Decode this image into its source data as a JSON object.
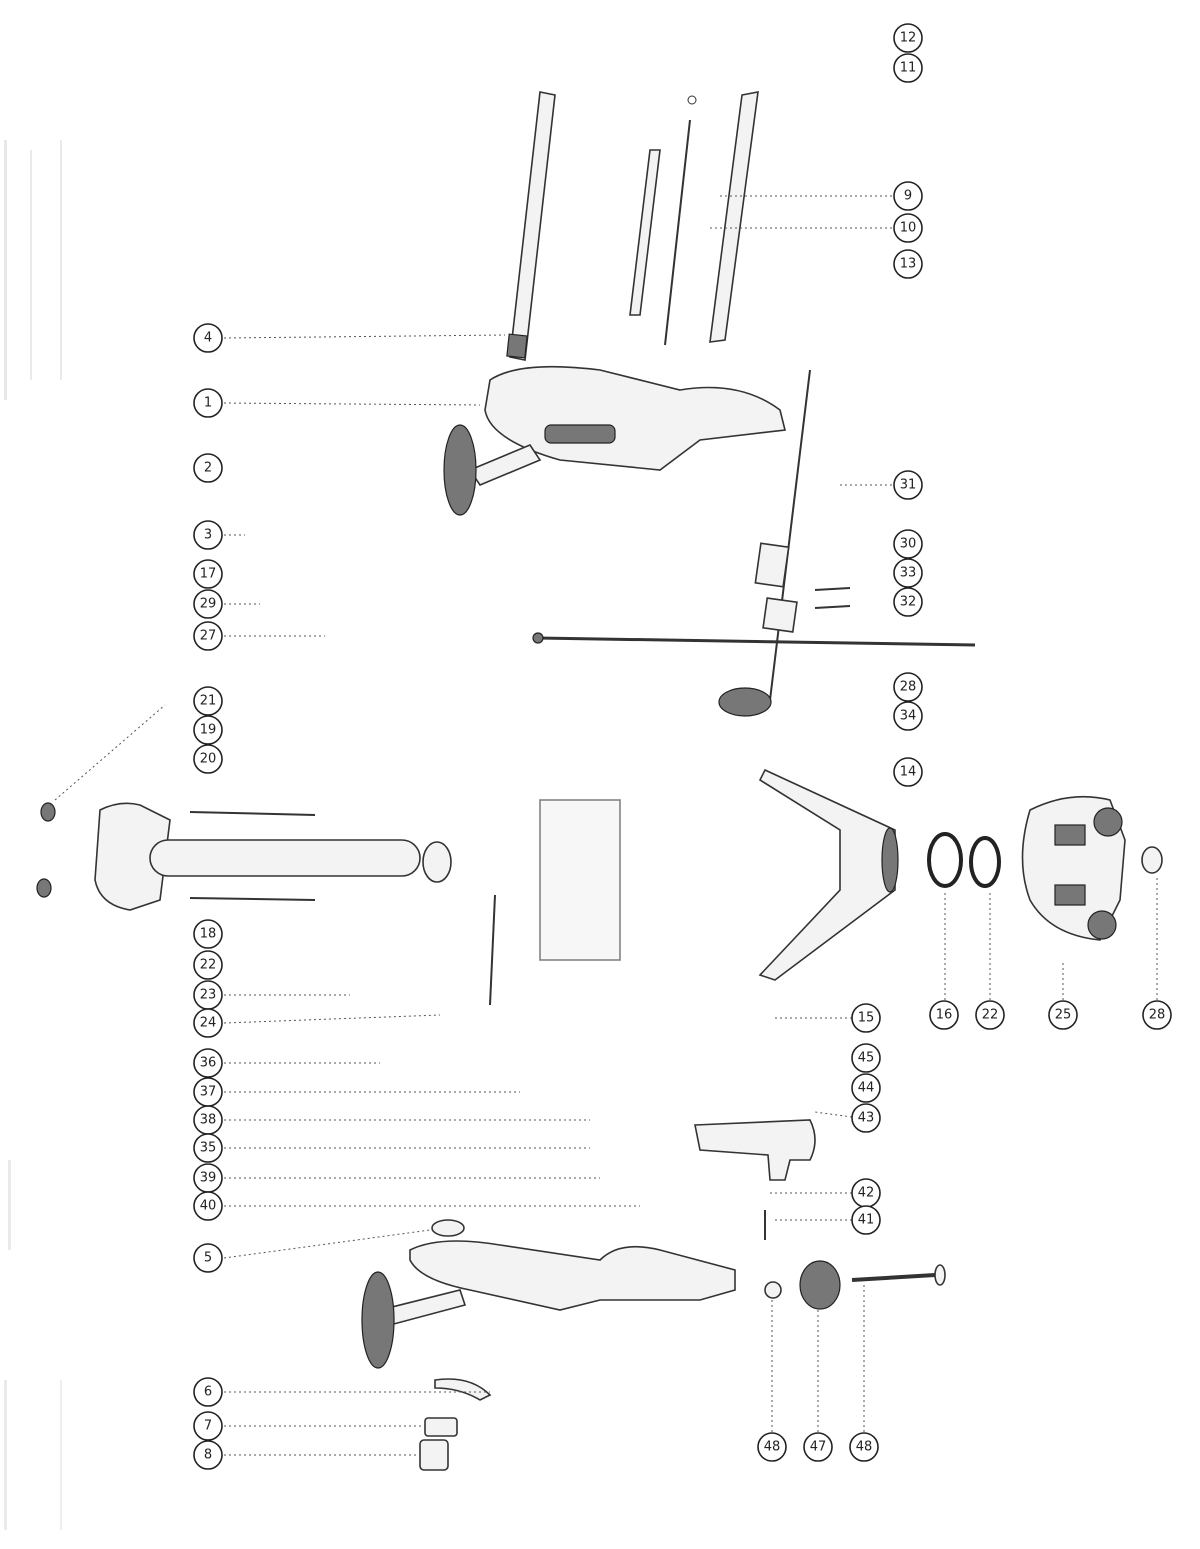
{
  "callouts": {
    "c12": "12",
    "c11": "11",
    "c9": "9",
    "c10": "10",
    "c13": "13",
    "c4": "4",
    "c1": "1",
    "c2": "2",
    "c3": "3",
    "c17": "17",
    "c29": "29",
    "c27": "27",
    "c31": "31",
    "c30": "30",
    "c33": "33",
    "c32": "32",
    "c28a": "28",
    "c34": "34",
    "c14": "14",
    "c21": "21",
    "c19": "19",
    "c20": "20",
    "c18": "18",
    "c22a": "22",
    "c23": "23",
    "c24": "24",
    "c15": "15",
    "c16": "16",
    "c22b": "22",
    "c25": "25",
    "c28b": "28",
    "c36": "36",
    "c37": "37",
    "c38": "38",
    "c35": "35",
    "c39": "39",
    "c40": "40",
    "c45": "45",
    "c44": "44",
    "c43": "43",
    "c42": "42",
    "c41": "41",
    "c5": "5",
    "c6": "6",
    "c7": "7",
    "c8": "8",
    "c48a": "48",
    "c47": "47",
    "c48b": "48"
  }
}
